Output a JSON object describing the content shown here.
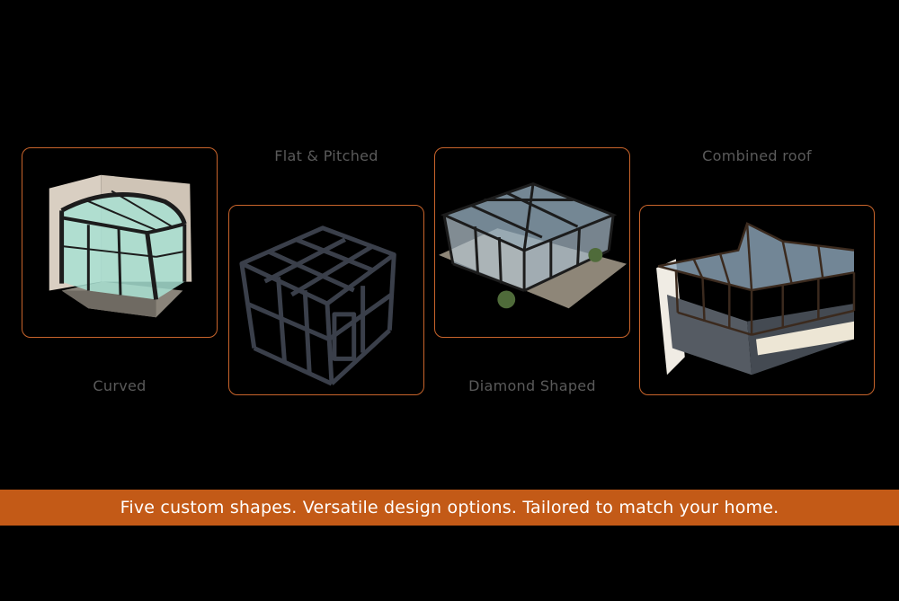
{
  "labels": {
    "curved": "Curved",
    "flat_pitched": "Flat & Pitched",
    "diamond": "Diamond Shaped",
    "combined": "Combined roof"
  },
  "banner": {
    "text": "Five custom shapes. Versatile design options. Tailored to match your home."
  },
  "colors": {
    "accent": "#c8642b",
    "banner_bg": "#c35a17",
    "label": "#5a5a5a",
    "background": "#000000"
  }
}
